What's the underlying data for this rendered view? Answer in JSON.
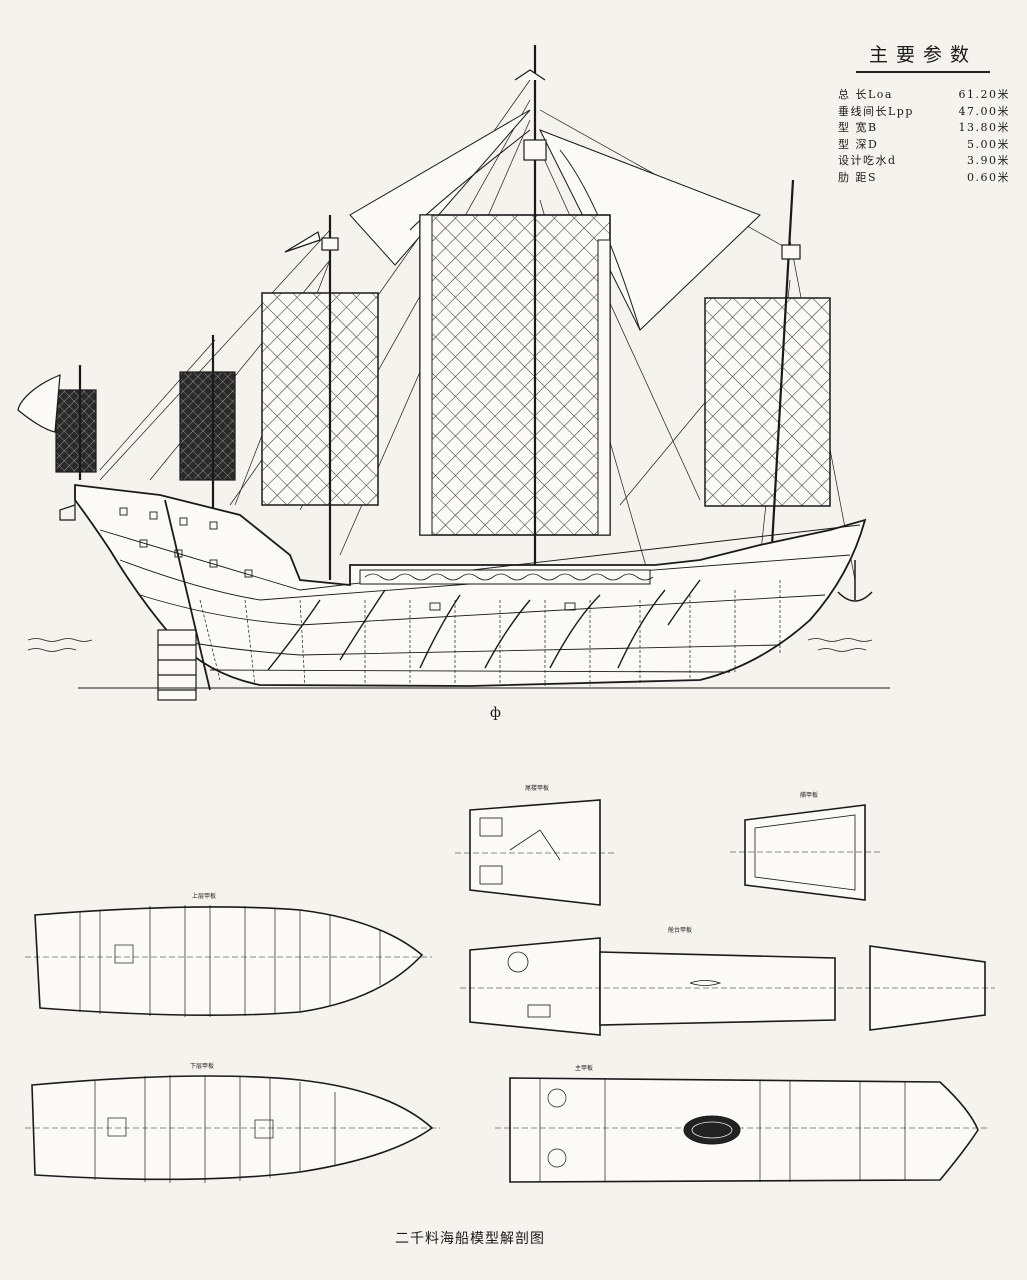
{
  "params": {
    "title": "主要参数",
    "rows": [
      {
        "label": "总 长Loa",
        "value": "61.20米"
      },
      {
        "label": "垂线间长Lpp",
        "value": "47.00米"
      },
      {
        "label": "型 宽B",
        "value": "13.80米"
      },
      {
        "label": "型 深D",
        "value": "5.00米"
      },
      {
        "label": "设计吃水d",
        "value": "3.90米"
      },
      {
        "label": "肋 距S",
        "value": "0.60米"
      }
    ]
  },
  "caption": "二千料海船模型解剖图",
  "plans": {
    "upper_deck": "上层甲板",
    "lower_deck": "下层甲板",
    "poop_deck": "尾楼甲板",
    "fore_deck": "艏甲板",
    "forecastle_deck": "舱台甲板",
    "main_deck": "主甲板"
  },
  "colors": {
    "ink": "#1a1a1a",
    "paper": "#f4f3ee"
  }
}
